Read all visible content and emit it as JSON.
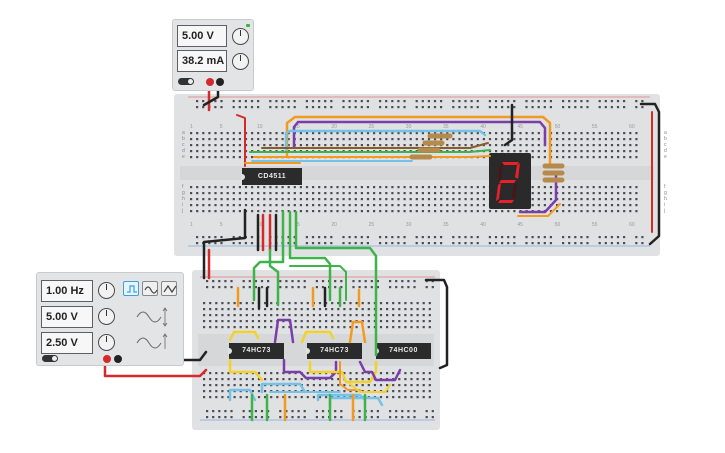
{
  "power_supply": {
    "voltage": "5.00 V",
    "current": "38.2 mA"
  },
  "function_generator": {
    "frequency": "1.00 Hz",
    "amplitude": "5.00 V",
    "offset": "2.50 V"
  },
  "chips": {
    "decoder": "CD4511",
    "counter_a": "74HC73",
    "counter_b": "74HC73",
    "nand": "74HC00"
  },
  "display": {
    "digit": "2",
    "segment_color": "#e8202a"
  },
  "upper_board": {
    "row_labels": [
      "a",
      "b",
      "c",
      "d",
      "e",
      "f",
      "g",
      "h",
      "i",
      "j"
    ],
    "column_numbers": [
      "1",
      "5",
      "10",
      "15",
      "20",
      "25",
      "30",
      "35",
      "40",
      "45",
      "50",
      "55",
      "60"
    ]
  },
  "colors": {
    "wire_red": "#d42a2a",
    "wire_black": "#222222",
    "wire_green": "#3db34a",
    "wire_orange": "#f39a1e",
    "wire_purple": "#7a3ea8",
    "wire_blue": "#74c2e8",
    "wire_yellow": "#f2d22a",
    "wire_brown": "#8a5a2b"
  }
}
